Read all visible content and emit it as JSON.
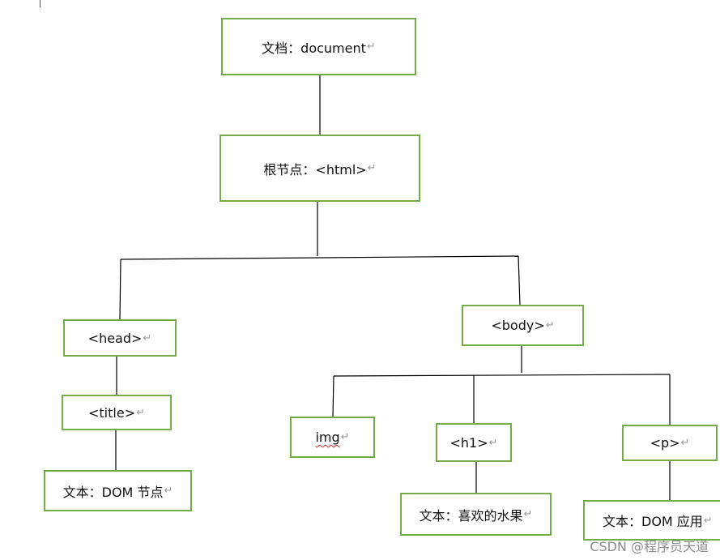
{
  "nodes": {
    "document": {
      "label": "文档：document",
      "mark": "↵"
    },
    "html": {
      "label": "根节点：<html>",
      "mark": "↵"
    },
    "head": {
      "label": "<head>",
      "mark": "↵"
    },
    "title": {
      "label": "<title>",
      "mark": "↵"
    },
    "text_dom_node": {
      "label": "文本：DOM 节点",
      "mark": "↵"
    },
    "body": {
      "label": "<body>",
      "mark": "↵"
    },
    "img": {
      "label": "img",
      "mark": "↵"
    },
    "h1": {
      "label": "<h1>",
      "mark": "↵"
    },
    "text_fruit": {
      "label": "文本：喜欢的水果",
      "mark": "↵"
    },
    "p": {
      "label": "<p>",
      "mark": "↵"
    },
    "text_dom_app": {
      "label": "文本：DOM 应用",
      "mark": "↵"
    }
  },
  "colors": {
    "box_border": "#70ad47",
    "connector": "#000000",
    "spellcheck": "#e03030"
  },
  "watermark": "CSDN @程序员天道"
}
